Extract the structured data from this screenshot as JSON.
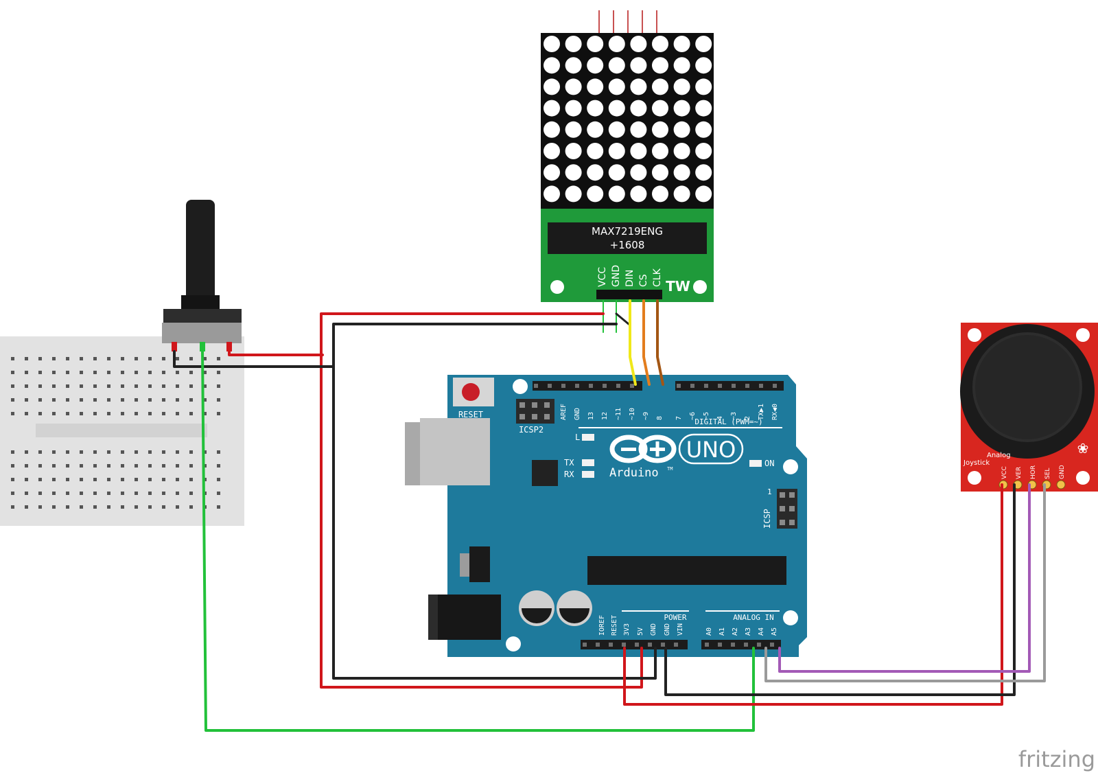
{
  "matrix": {
    "chip_line1": "MAX7219ENG",
    "chip_line2": "+1608",
    "pins": [
      "VCC",
      "GND",
      "DIN",
      "CS",
      "CLK"
    ],
    "brand": "TW"
  },
  "arduino": {
    "reset": "RESET",
    "icsp2": "ICSP2",
    "icsp": "ICSP",
    "logo_word": "Arduino",
    "model": "UNO",
    "tm": "TM",
    "led_l": "L",
    "led_tx": "TX",
    "led_rx": "RX",
    "led_on": "ON",
    "icsp_pin1": "1",
    "digital_label": "DIGITAL (PWM=~)",
    "digital_pins": [
      "AREF",
      "GND",
      "13",
      "12",
      "~11",
      "~10",
      "~9",
      "8",
      "7",
      "~6",
      "~5",
      "4",
      "~3",
      "2",
      "TX▶1",
      "RX◀0"
    ],
    "power_label": "POWER",
    "power_pins": [
      "IOREF",
      "RESET",
      "3V3",
      "5V",
      "GND",
      "GND",
      "VIN"
    ],
    "analog_label": "ANALOG IN",
    "analog_pins": [
      "A0",
      "A1",
      "A2",
      "A3",
      "A4",
      "A5"
    ]
  },
  "joystick": {
    "title_line1": "Analog",
    "title_line2": "Joystick",
    "pins": [
      "VCC",
      "VER",
      "HOR",
      "SEL",
      "GND"
    ]
  },
  "watermark": "fritzing",
  "colors": {
    "board_blue": "#1e7a9c",
    "matrix_pcb": "#1f9a3a",
    "joystick_pcb": "#d8261f",
    "wire_red": "#d0161b",
    "wire_black": "#222222",
    "wire_green": "#22c13a",
    "wire_yellow": "#f0e81a",
    "wire_orange": "#e37d1d",
    "wire_brown": "#a35614",
    "wire_purple": "#a35ab6",
    "wire_gray": "#9a9a9a"
  }
}
